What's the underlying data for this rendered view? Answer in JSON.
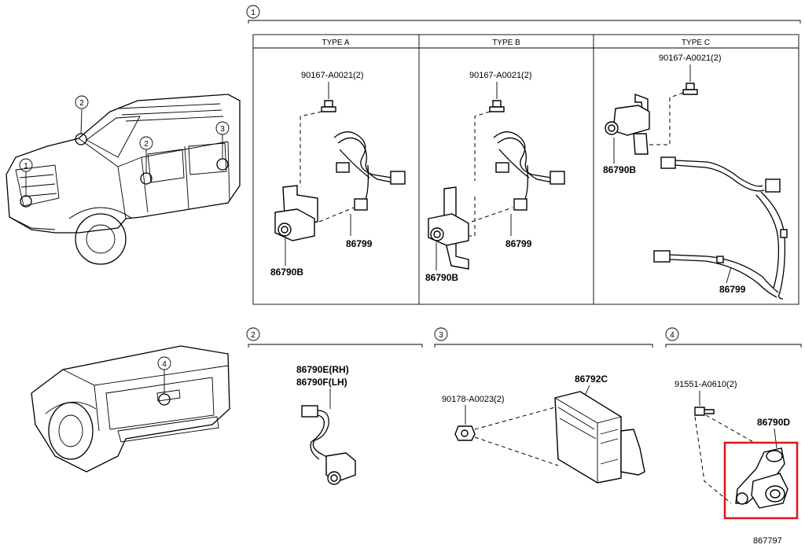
{
  "sections": {
    "s1": {
      "number": "1"
    },
    "s2": {
      "number": "2"
    },
    "s3": {
      "number": "3"
    },
    "s4": {
      "number": "4"
    }
  },
  "truck_callouts": [
    "1",
    "2",
    "2",
    "3"
  ],
  "tail_callout": "4",
  "type_headers": [
    "TYPE A",
    "TYPE B",
    "TYPE C"
  ],
  "type_a": {
    "bolt": "90167-A0021(2)",
    "harness": "86799",
    "camera": "86790B"
  },
  "type_b": {
    "bolt": "90167-A0021(2)",
    "harness": "86799",
    "camera": "86790B"
  },
  "type_c": {
    "bolt": "90167-A0021(2)",
    "camera": "86790B",
    "harness": "86799"
  },
  "sec2": {
    "camera_rh": "86790E(RH)",
    "camera_lh": "86790F(LH)"
  },
  "sec3": {
    "nut": "90178-A0023(2)",
    "ecu": "86792C"
  },
  "sec4": {
    "screw": "91551-A0610(2)",
    "camera": "86790D"
  },
  "figure_code": "867797",
  "highlight_color": "#e0141e"
}
